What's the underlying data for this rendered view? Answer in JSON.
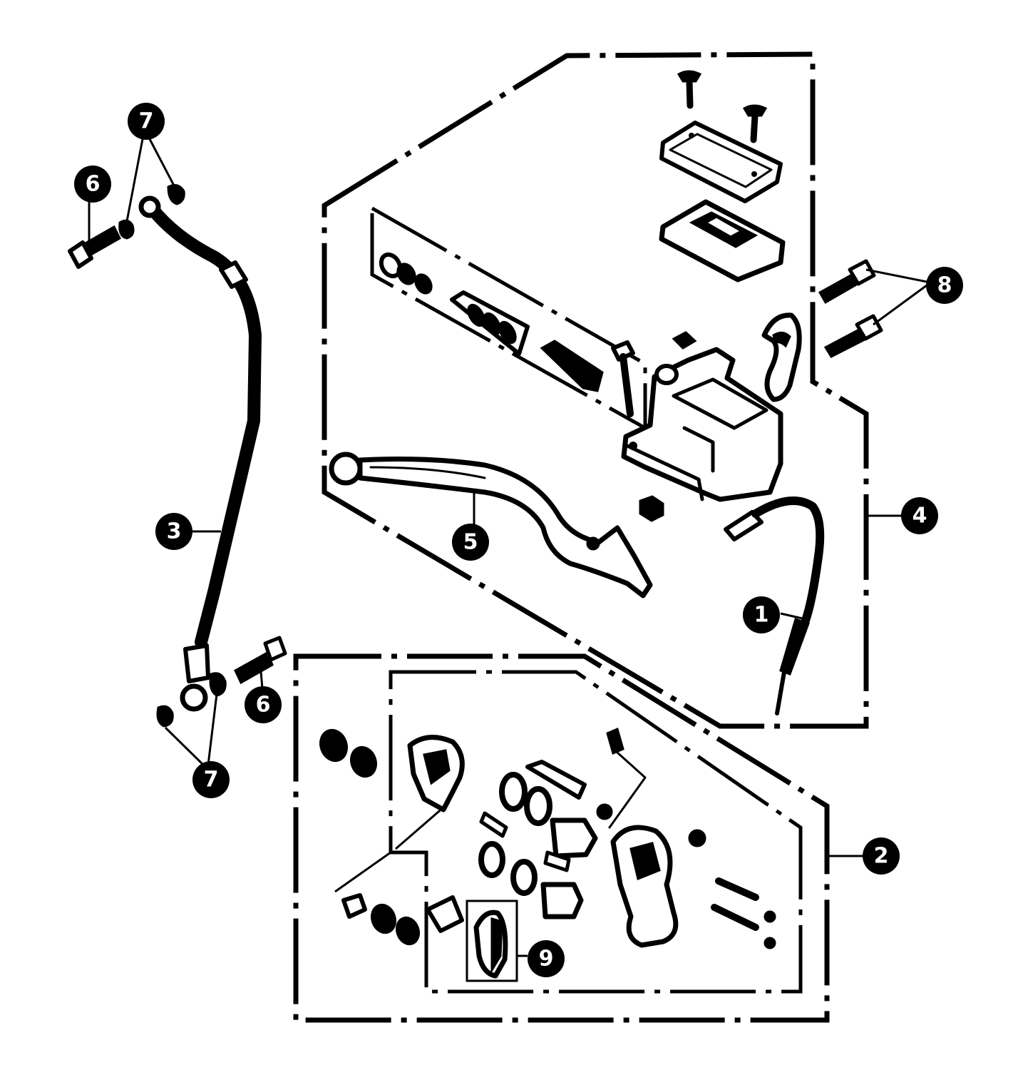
{
  "callouts": {
    "c1": "1",
    "c2": "2",
    "c3": "3",
    "c4": "4",
    "c5": "5",
    "c6a": "6",
    "c6b": "6",
    "c7a": "7",
    "c7b": "7",
    "c8": "8",
    "c9": "9"
  },
  "colors": {
    "ink": "#000000",
    "paper": "#ffffff"
  }
}
